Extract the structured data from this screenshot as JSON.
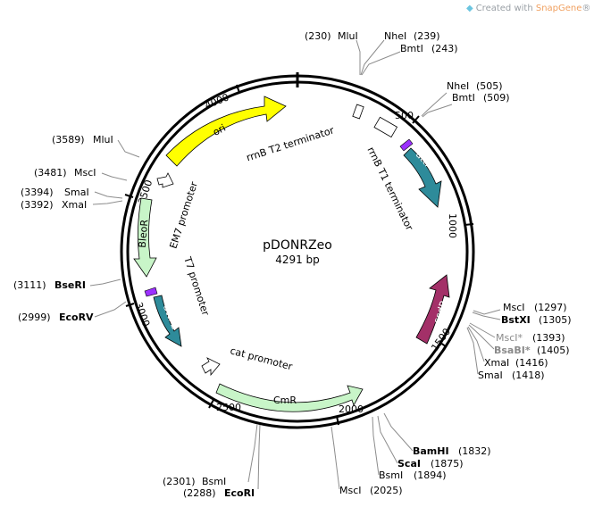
{
  "watermark": {
    "prefix": "Created with ",
    "brand": "SnapGene",
    "suffix": "®"
  },
  "plasmid": {
    "name": "pDONRZeo",
    "size": "4291 bp"
  },
  "ticks": [
    "500",
    "1000",
    "1500",
    "2000",
    "2500",
    "3000",
    "3500",
    "4000"
  ],
  "features": [
    {
      "name": "ori",
      "color": "#ffff00"
    },
    {
      "name": "attP1",
      "color": "#2e8b9a"
    },
    {
      "name": "ccdB",
      "color": "#a33068"
    },
    {
      "name": "CmR",
      "color": "#c8f5c8"
    },
    {
      "name": "attP2",
      "color": "#2e8b9a"
    },
    {
      "name": "BleoR",
      "color": "#c8f5c8"
    }
  ],
  "feature_labels": {
    "rrnB_T2": "rrnB T2 terminator",
    "rrnB_T1": "rrnB T1 terminator",
    "EM7": "EM7 promoter",
    "T7": "T7 promoter",
    "cat": "cat promoter"
  },
  "sites": {
    "s1": {
      "pos": "(230)",
      "name": "MluI"
    },
    "s2": {
      "name": "NheI",
      "pos": "(239)"
    },
    "s3": {
      "name": "BmtI",
      "pos": "(243)"
    },
    "s4": {
      "name": "NheI",
      "pos": "(505)"
    },
    "s5": {
      "name": "BmtI",
      "pos": "(509)"
    },
    "s6": {
      "name": "MscI",
      "pos": "(1297)"
    },
    "s7": {
      "name": "BstXI",
      "pos": "(1305)"
    },
    "s8": {
      "name": "MscI*",
      "pos": "(1393)"
    },
    "s9": {
      "name": "BsaBI*",
      "pos": "(1405)"
    },
    "s10": {
      "name": "XmaI",
      "pos": "(1416)"
    },
    "s11": {
      "name": "SmaI",
      "pos": "(1418)"
    },
    "s12": {
      "name": "BamHI",
      "pos": "(1832)"
    },
    "s13": {
      "name": "ScaI",
      "pos": "(1875)"
    },
    "s14": {
      "name": "BsmI",
      "pos": "(1894)"
    },
    "s15": {
      "name": "MscI",
      "pos": "(2025)"
    },
    "s16": {
      "pos": "(2288)",
      "name": "EcoRI"
    },
    "s17": {
      "pos": "(2301)",
      "name": "BsmI"
    },
    "s18": {
      "pos": "(2999)",
      "name": "EcoRV"
    },
    "s19": {
      "pos": "(3111)",
      "name": "BseRI"
    },
    "s20": {
      "pos": "(3392)",
      "name": "XmaI"
    },
    "s21": {
      "pos": "(3394)",
      "name": "SmaI"
    },
    "s22": {
      "pos": "(3481)",
      "name": "MscI"
    },
    "s23": {
      "pos": "(3589)",
      "name": "MluI"
    }
  }
}
